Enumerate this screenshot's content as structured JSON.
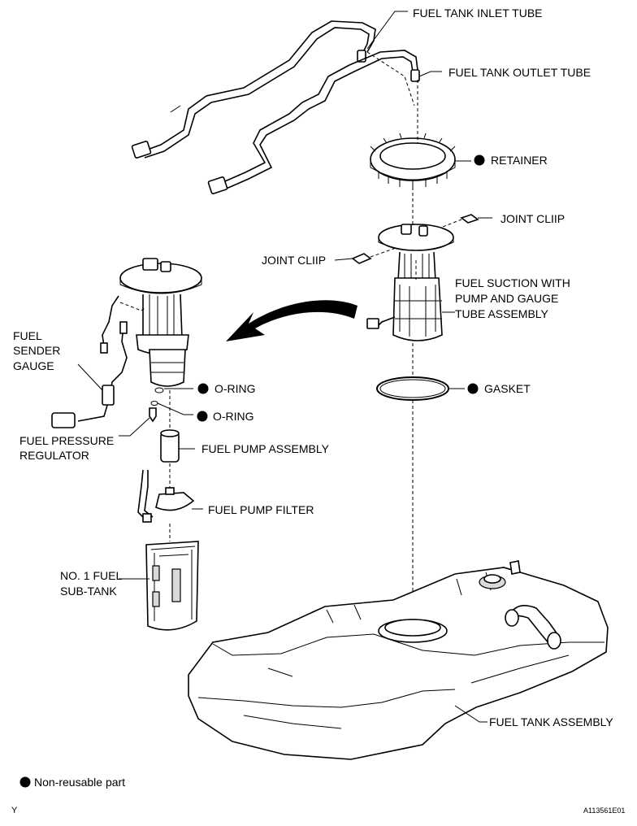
{
  "labels": {
    "inlet_tube": "FUEL TANK INLET TUBE",
    "outlet_tube": "FUEL TANK OUTLET TUBE",
    "retainer": "RETAINER",
    "joint_clip_right": "JOINT CLIIP",
    "joint_clip_left": "JOINT CLIIP",
    "suction_line1": "FUEL SUCTION WITH",
    "suction_line2": "PUMP AND GAUGE",
    "suction_line3": "TUBE ASSEMBLY",
    "gasket": "GASKET",
    "sender_line1": "FUEL",
    "sender_line2": "SENDER",
    "sender_line3": "GAUGE",
    "oring_upper": "O-RING",
    "oring_lower": "O-RING",
    "regulator_line1": "FUEL PRESSURE",
    "regulator_line2": "REGULATOR",
    "pump_assembly": "FUEL PUMP ASSEMBLY",
    "pump_filter": "FUEL PUMP FILTER",
    "subtank_line1": "NO. 1 FUEL",
    "subtank_line2": "SUB-TANK",
    "tank_assembly": "FUEL TANK ASSEMBLY"
  },
  "legend": {
    "text": "Non-reusable part"
  },
  "corner": {
    "left_mark": "Y",
    "figure_code": "A113561E01"
  }
}
